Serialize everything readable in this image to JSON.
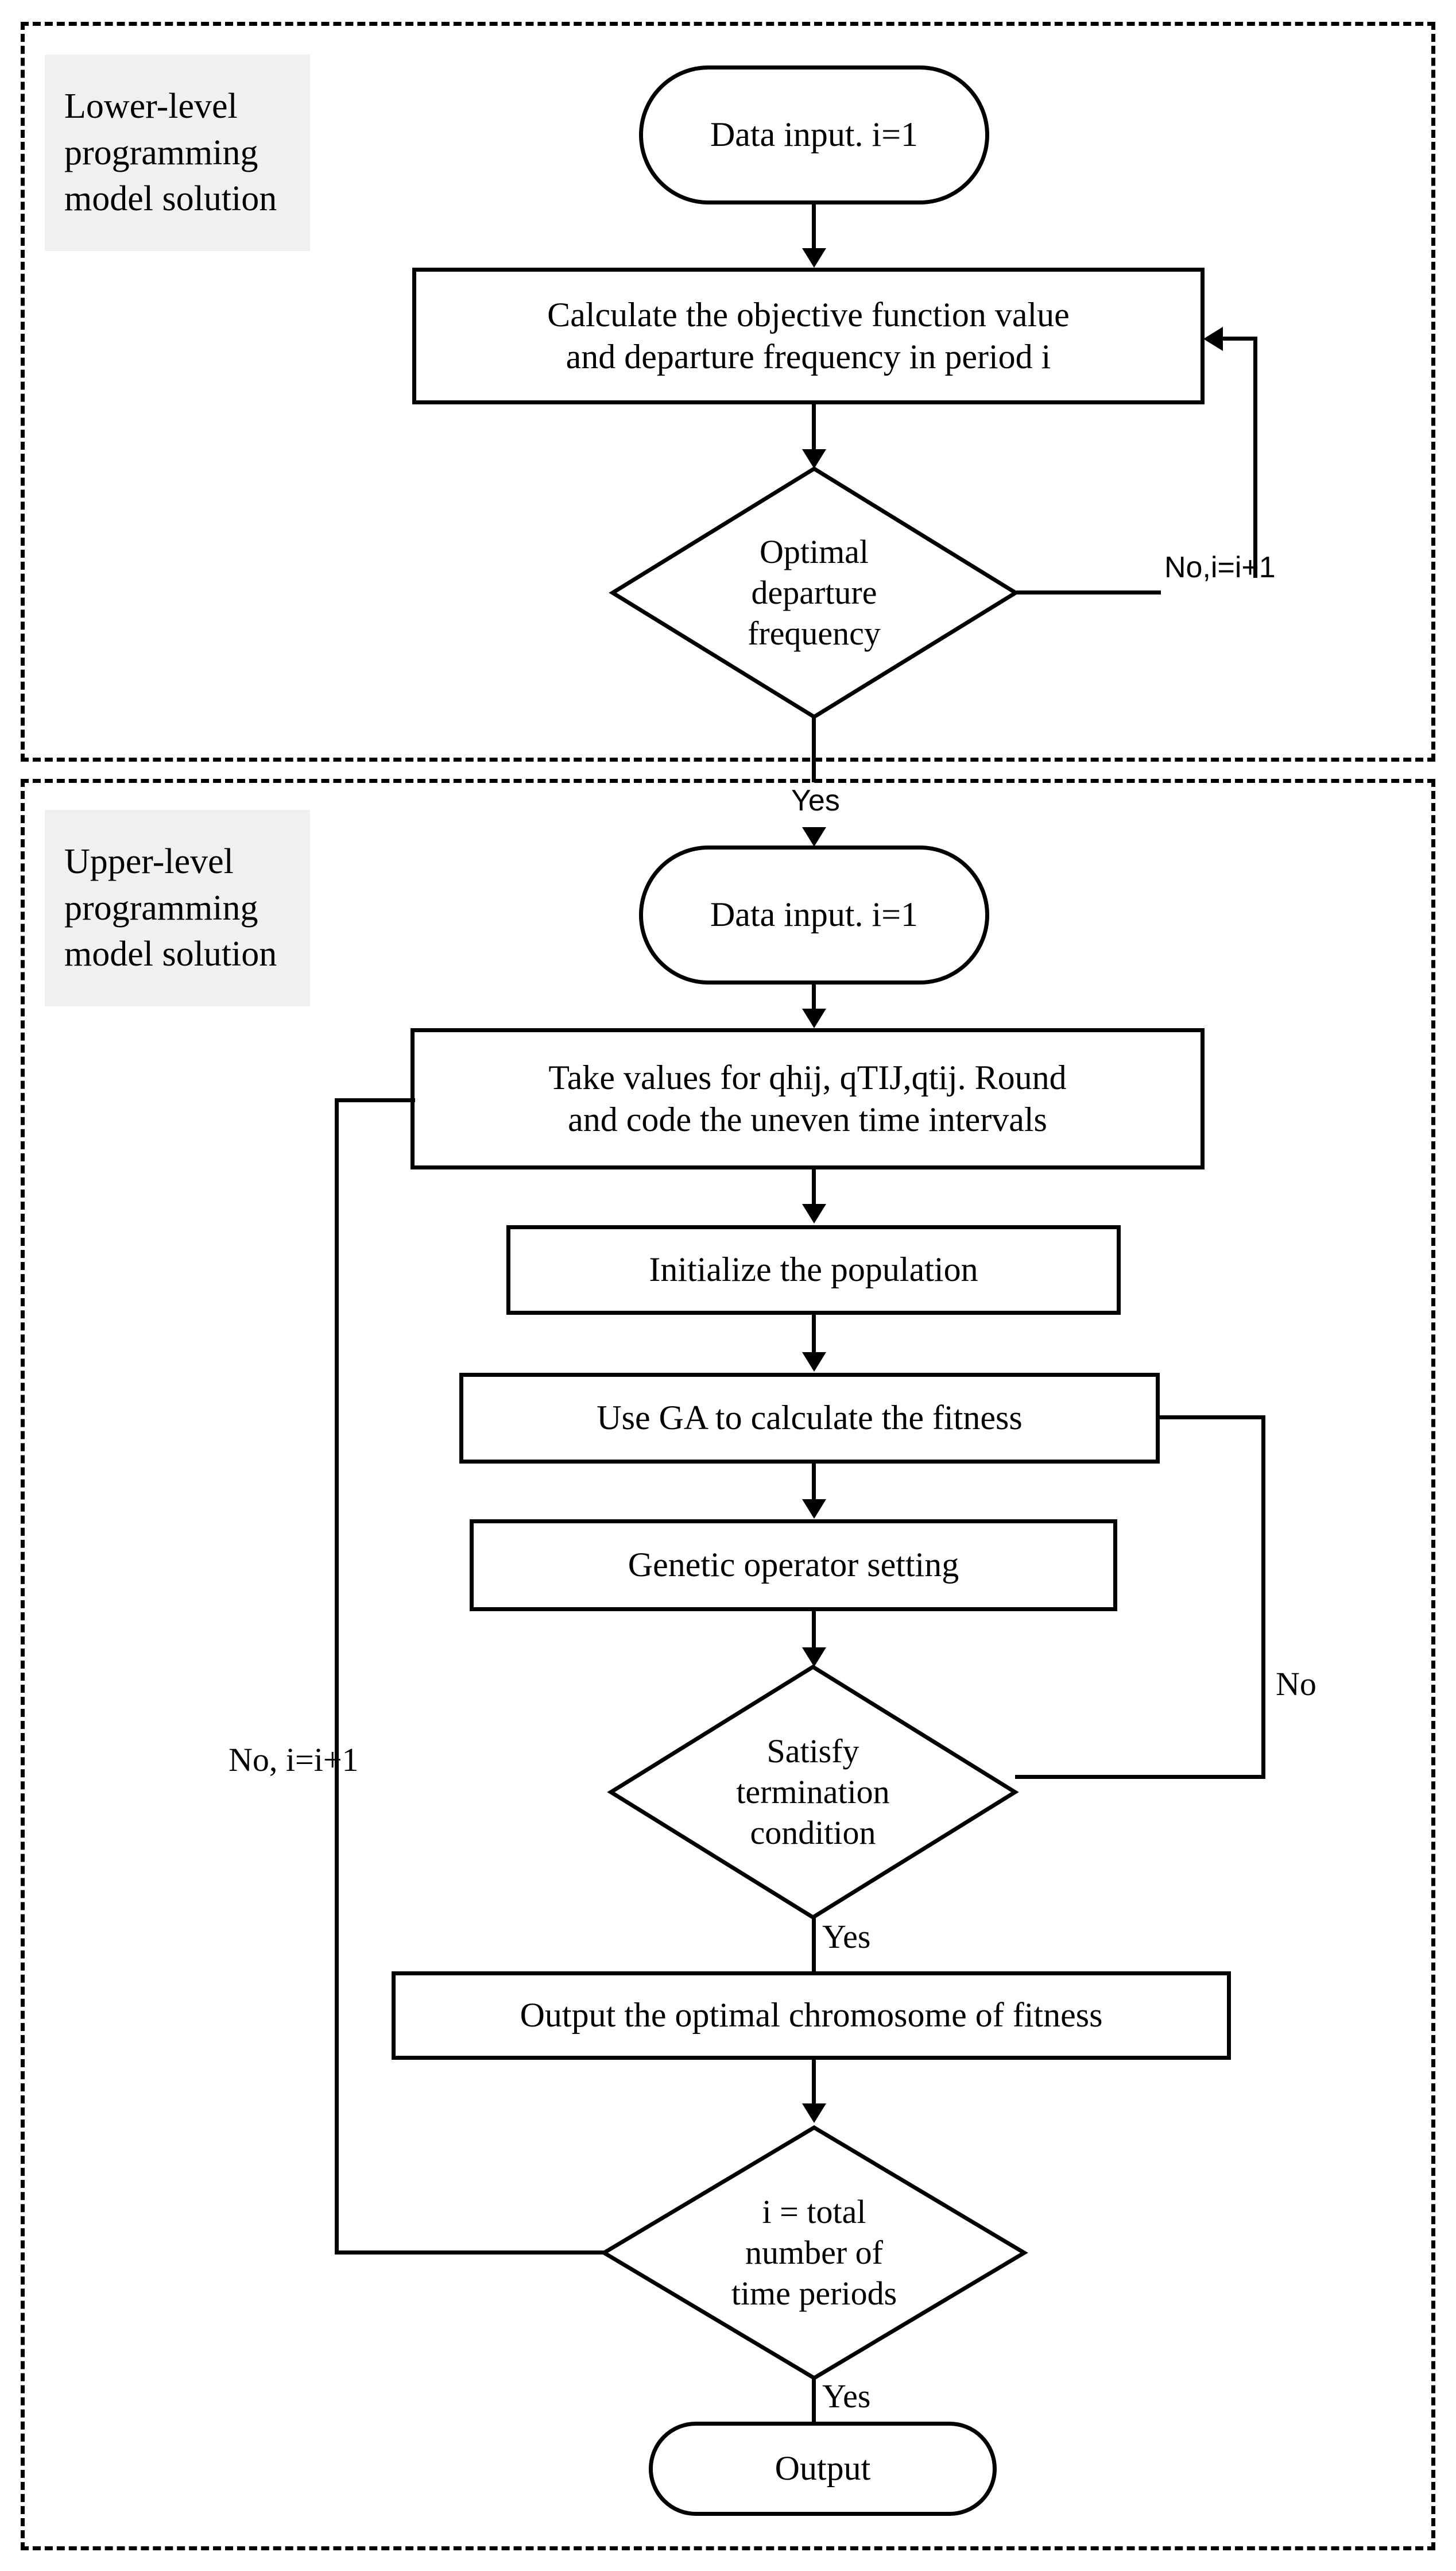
{
  "diagram": {
    "type": "flowchart",
    "title": "Bi-level programming model solution flowchart",
    "colors": {
      "stroke": "#000000",
      "fill": "#ffffff",
      "label_chip_bg": "#f0f0f0"
    }
  },
  "sections": [
    {
      "id": "lower",
      "label": "Lower-level\nprogramming\nmodel solution"
    },
    {
      "id": "upper",
      "label": "Upper-level\nprogramming\nmodel solution"
    }
  ],
  "nodes": {
    "lower_start": {
      "shape": "terminator",
      "text": "Data input. i=1"
    },
    "lower_calc": {
      "shape": "process",
      "text": "Calculate the objective function value\nand departure frequency in period i"
    },
    "lower_decide": {
      "shape": "decision",
      "text": "Optimal\ndeparture\nfrequency"
    },
    "upper_start": {
      "shape": "terminator",
      "text": "Data input. i=1"
    },
    "upper_take": {
      "shape": "process",
      "text": "Take values for qhij, qTIJ,qtij. Round\nand code the  uneven time intervals"
    },
    "upper_init": {
      "shape": "process",
      "text": "Initialize the population"
    },
    "upper_ga": {
      "shape": "process",
      "text": "Use GA to calculate the fitness"
    },
    "upper_genop": {
      "shape": "process",
      "text": "Genetic operator setting"
    },
    "upper_satisfy": {
      "shape": "decision",
      "text": "Satisfy\ntermination\ncondition"
    },
    "upper_output": {
      "shape": "process",
      "text": "Output the optimal chromosome of fitness"
    },
    "upper_total": {
      "shape": "decision",
      "text": "i = total\nnumber of\ntime periods"
    },
    "upper_end": {
      "shape": "terminator",
      "text": "Output"
    }
  },
  "edge_labels": {
    "lower_no": "No,i=i+1",
    "lower_yes": "Yes",
    "satisfy_no": "No",
    "satisfy_yes": "Yes",
    "total_no": "No, i=i+1",
    "total_yes": "Yes"
  }
}
